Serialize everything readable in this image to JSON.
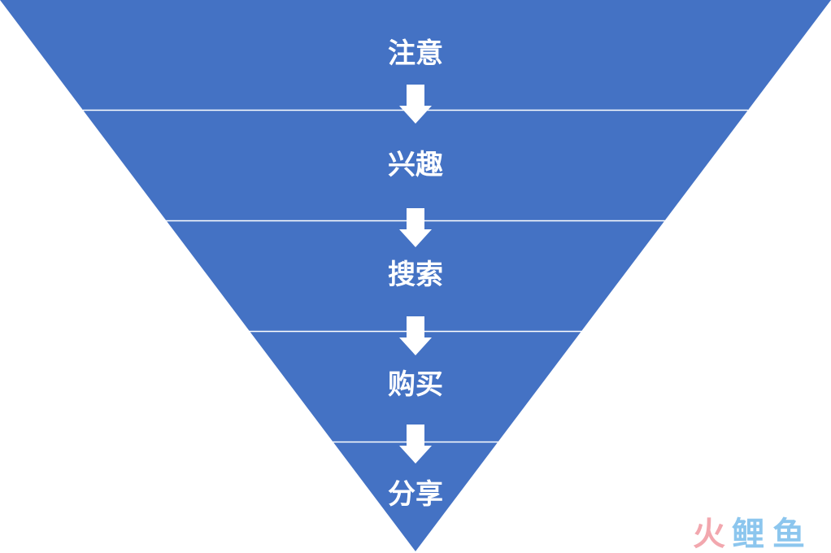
{
  "funnel": {
    "fill_color": "#4472C4",
    "divider_color": "#FFFFFF",
    "arrow_color": "#FFFFFF",
    "stages": [
      {
        "label": "注意"
      },
      {
        "label": "兴趣"
      },
      {
        "label": "搜索"
      },
      {
        "label": "购买"
      },
      {
        "label": "分享"
      }
    ]
  },
  "watermark": {
    "chars": [
      {
        "text": "火",
        "color": "#F2A7AE"
      },
      {
        "text": "鲤",
        "color": "#8CC6EE"
      },
      {
        "text": "鱼",
        "color": "#8CC6EE"
      }
    ]
  }
}
